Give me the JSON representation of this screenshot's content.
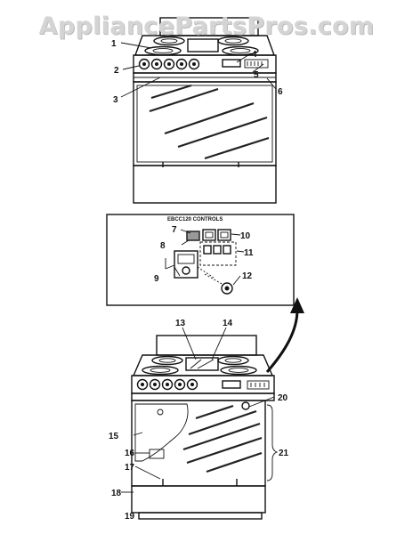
{
  "watermark": "AppliancePartsPros.com",
  "inset_title": "EBCC120 CONTROLS",
  "callouts": [
    "1",
    "2",
    "3",
    "4",
    "5",
    "6",
    "7",
    "8",
    "9",
    "10",
    "11",
    "12",
    "13",
    "14",
    "15",
    "16",
    "17",
    "18",
    "19",
    "20",
    "21"
  ]
}
